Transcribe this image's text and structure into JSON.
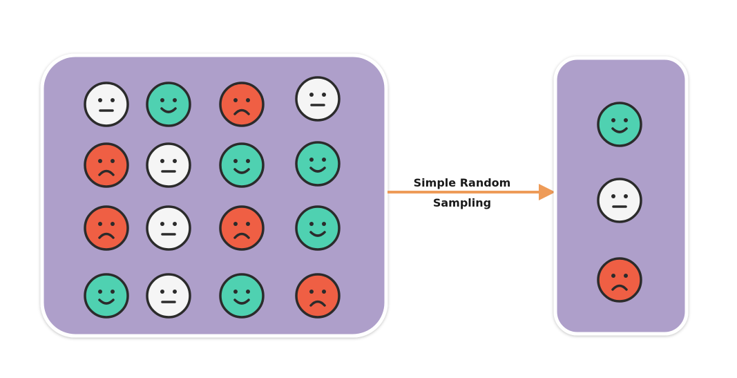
{
  "arrow": {
    "label_line1": "Simple Random",
    "label_line2": "Sampling",
    "color": "#ee9b58"
  },
  "colors": {
    "panel": "#ae9fca",
    "panel_border": "#ffffff",
    "outline": "#2b2b2b",
    "happy": "#4fd1b1",
    "neutral": "#f5f5f5",
    "sad": "#ef5f44"
  },
  "population": {
    "rows": [
      [
        "neutral",
        "happy",
        "sad",
        "neutral"
      ],
      [
        "sad",
        "neutral",
        "happy",
        "happy"
      ],
      [
        "sad",
        "neutral",
        "sad",
        "happy"
      ],
      [
        "happy",
        "neutral",
        "happy",
        "sad"
      ]
    ]
  },
  "sample": {
    "faces": [
      "happy",
      "neutral",
      "sad"
    ]
  }
}
